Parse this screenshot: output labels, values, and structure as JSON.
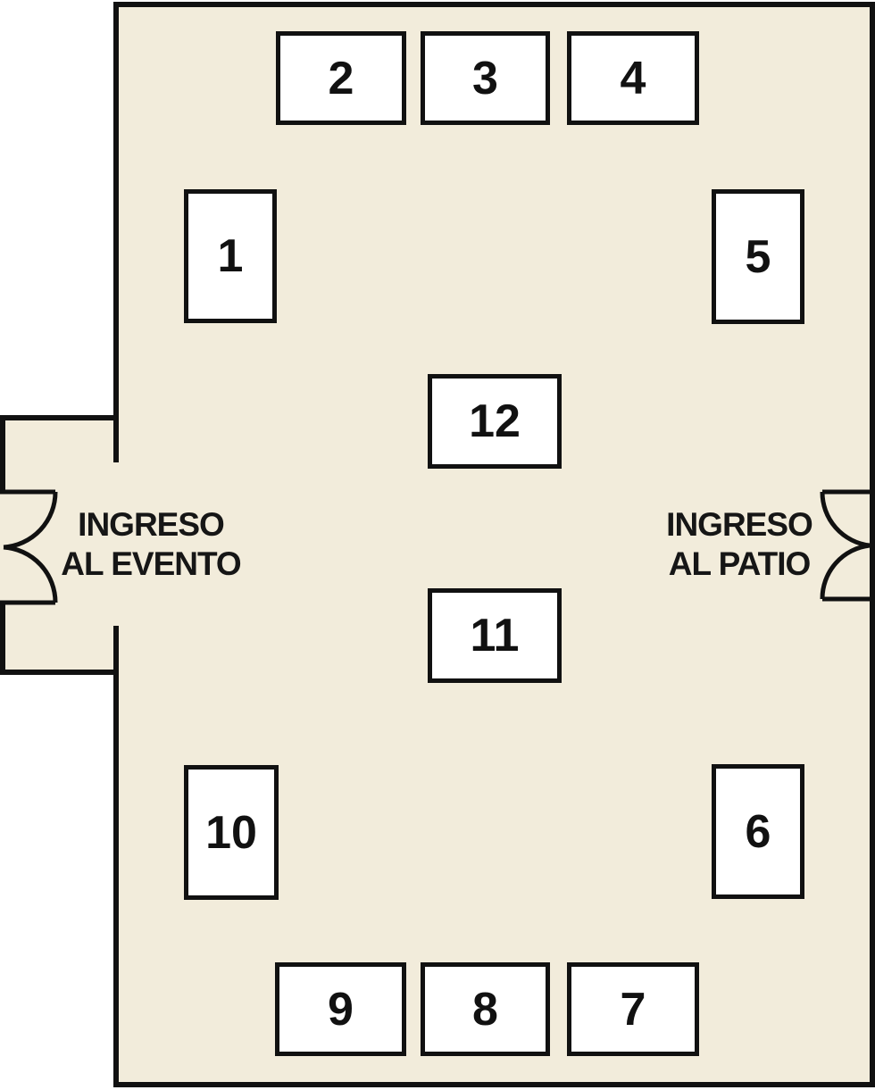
{
  "floor_plan": {
    "room_fill": "#f2ecdb",
    "wall_color": "#111111",
    "stand_fill": "#ffffff",
    "stands": [
      {
        "label": "1"
      },
      {
        "label": "2"
      },
      {
        "label": "3"
      },
      {
        "label": "4"
      },
      {
        "label": "5"
      },
      {
        "label": "6"
      },
      {
        "label": "7"
      },
      {
        "label": "8"
      },
      {
        "label": "9"
      },
      {
        "label": "10"
      },
      {
        "label": "11"
      },
      {
        "label": "12"
      }
    ],
    "entrances": {
      "event": {
        "line1": "INGRESO",
        "line2": "AL EVENTO",
        "side": "left"
      },
      "patio": {
        "line1": "INGRESO",
        "line2": "AL PATIO",
        "side": "right"
      }
    }
  }
}
